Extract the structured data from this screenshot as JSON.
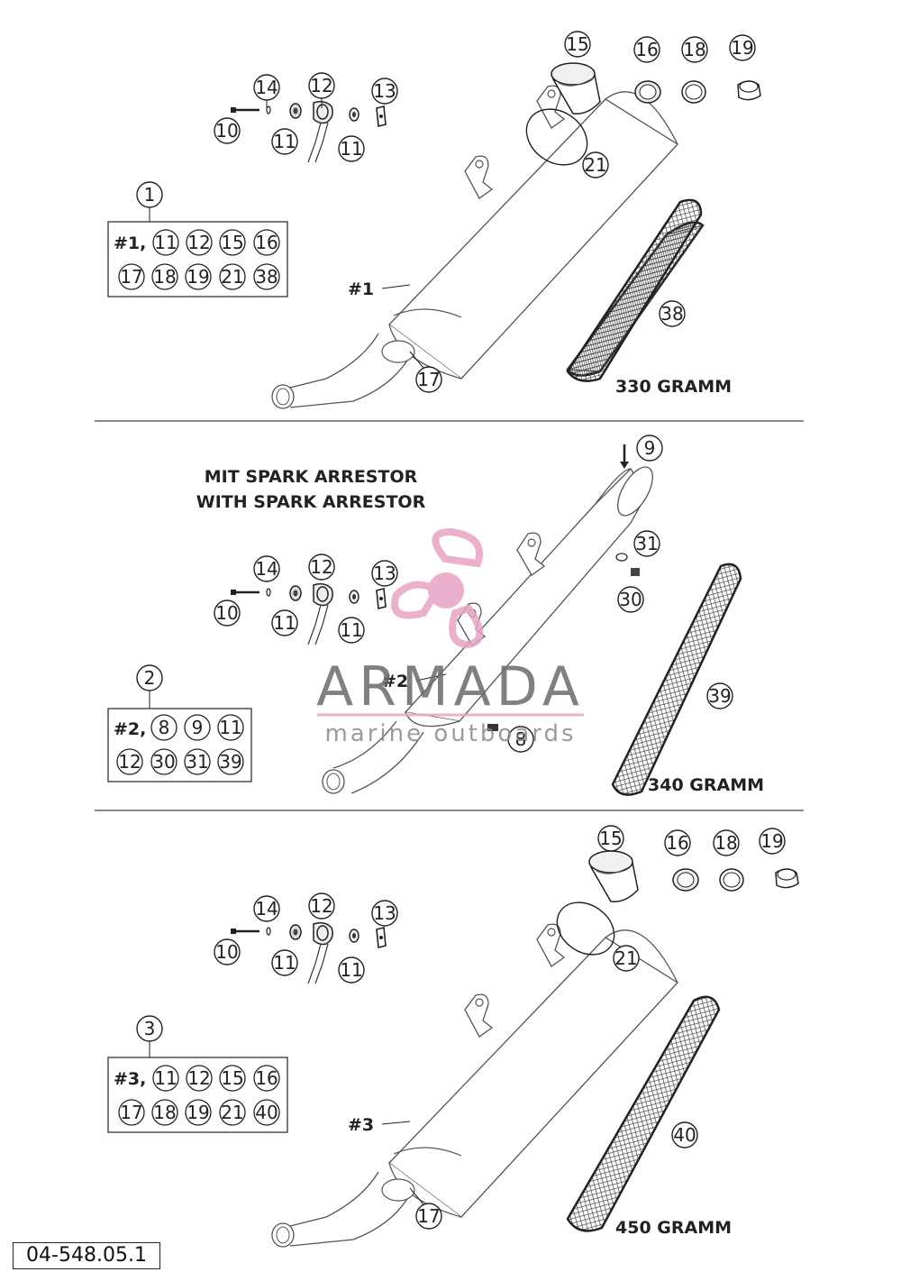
{
  "sections": [
    {
      "assembly_number": "1",
      "kit_prefix": "#1,",
      "kit_parts": [
        "11",
        "12",
        "15",
        "16",
        "17",
        "18",
        "19",
        "21",
        "38"
      ],
      "body_label": "#1",
      "packing_part": "38",
      "packing_weight": "330 GRAMM",
      "callouts": [
        "10",
        "11",
        "11",
        "12",
        "13",
        "14",
        "15",
        "16",
        "17",
        "18",
        "19",
        "21"
      ]
    },
    {
      "assembly_number": "2",
      "kit_prefix": "#2,",
      "kit_parts": [
        "8",
        "9",
        "11",
        "12",
        "30",
        "31",
        "39"
      ],
      "body_label": "#2",
      "packing_part": "39",
      "packing_weight": "340 GRAMM",
      "heading_de": "MIT SPARK ARRESTOR",
      "heading_en": "WITH SPARK ARRESTOR",
      "callouts": [
        "8",
        "9",
        "10",
        "11",
        "11",
        "12",
        "13",
        "14",
        "30",
        "31"
      ]
    },
    {
      "assembly_number": "3",
      "kit_prefix": "#3,",
      "kit_parts": [
        "11",
        "12",
        "15",
        "16",
        "17",
        "18",
        "19",
        "21",
        "40"
      ],
      "body_label": "#3",
      "packing_part": "40",
      "packing_weight": "450 GRAMM",
      "callouts": [
        "10",
        "11",
        "11",
        "12",
        "13",
        "14",
        "15",
        "16",
        "17",
        "18",
        "19",
        "21"
      ]
    }
  ],
  "watermark": {
    "title": "ARMADA",
    "subtitle": "marine outboards",
    "color": "#e7a3c4"
  },
  "document_ref": "04-548.05.1"
}
